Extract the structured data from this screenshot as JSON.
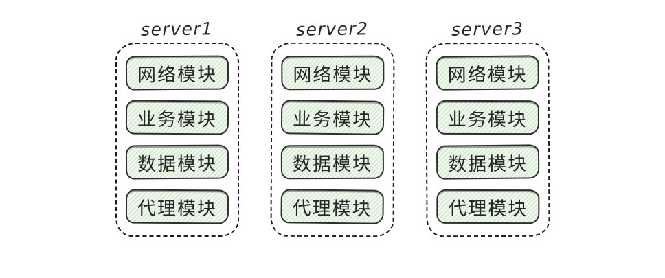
{
  "diagram": {
    "servers": [
      {
        "label": "server1",
        "modules": [
          "网络模块",
          "业务模块",
          "数据模块",
          "代理模块"
        ]
      },
      {
        "label": "server2",
        "modules": [
          "网络模块",
          "业务模块",
          "数据模块",
          "代理模块"
        ]
      },
      {
        "label": "server3",
        "modules": [
          "网络模块",
          "业务模块",
          "数据模块",
          "代理模块"
        ]
      }
    ]
  },
  "colors": {
    "background": "#ffffff",
    "module_fill": "#f3faf1",
    "module_stripe": "#d5ebd1",
    "module_border": "#2e2e2e",
    "container_border": "#1e1e1e",
    "text": "#262626"
  }
}
